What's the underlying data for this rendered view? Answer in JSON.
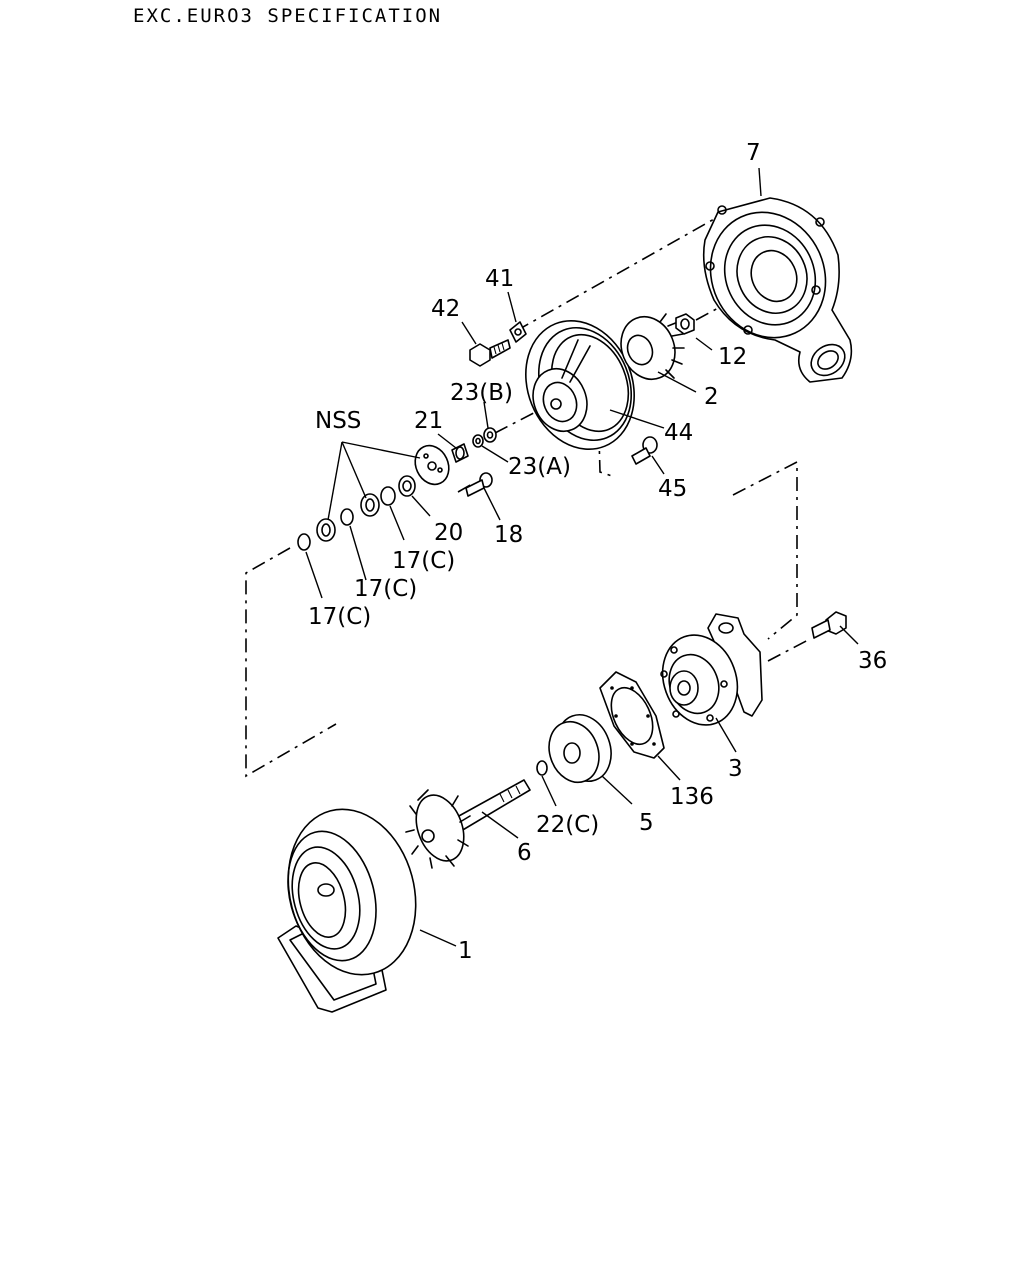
{
  "header": {
    "text": "EXC.EURO3 SPECIFICATION"
  },
  "callouts": {
    "c7": "7",
    "c41": "41",
    "c42": "42",
    "c12": "12",
    "c2": "2",
    "c23b": "23(B)",
    "c21": "21",
    "cnss": "NSS",
    "c44": "44",
    "c23a": "23(A)",
    "c45": "45",
    "c20": "20",
    "c18": "18",
    "c17c_1": "17(C)",
    "c17c_2": "17(C)",
    "c17c_3": "17(C)",
    "c36": "36",
    "c3": "3",
    "c136": "136",
    "c5": "5",
    "c22c": "22(C)",
    "c6": "6",
    "c1": "1"
  },
  "parts": {
    "compressor_housing": "7",
    "seal_plate_41": "41",
    "bolt_42": "42",
    "nut_12": "12",
    "compressor_wheel": "2",
    "washer_23b": "23(B)",
    "sleeve_21": "21",
    "back_plate": "44",
    "washer_23a": "23(A)",
    "screw_45": "45",
    "thrust_ring_20": "20",
    "screw_18": "18",
    "snap_rings": "17(C)",
    "bolt_36": "36",
    "center_housing": "3",
    "gasket_136": "136",
    "heat_shield": "5",
    "seal_ring_22c": "22(C)",
    "turbine_wheel_shaft": "6",
    "turbine_housing": "1"
  }
}
